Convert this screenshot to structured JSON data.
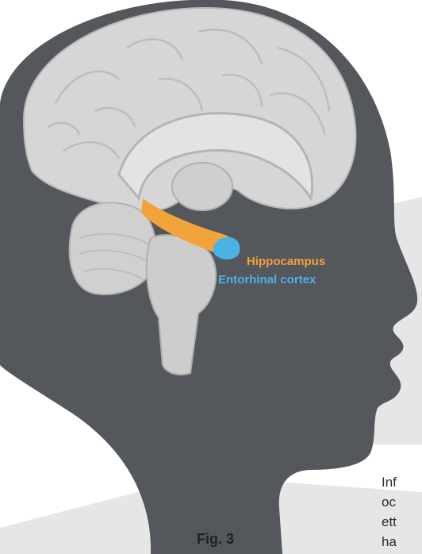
{
  "labels": {
    "hippocampus": "Hippocampus",
    "entorhinal_cortex": "Entorhinal cortex"
  },
  "figure_label": "Fig. 3",
  "body_text_fragments": [
    "Inf",
    "oc",
    "ett",
    "ha"
  ],
  "colors": {
    "head_silhouette": "#54575c",
    "brain": "#d9d9d9",
    "hippocampus": "#f2a33a",
    "entorhinal_cortex": "#4ab3e6",
    "background_panel": "#e6e6e6"
  }
}
